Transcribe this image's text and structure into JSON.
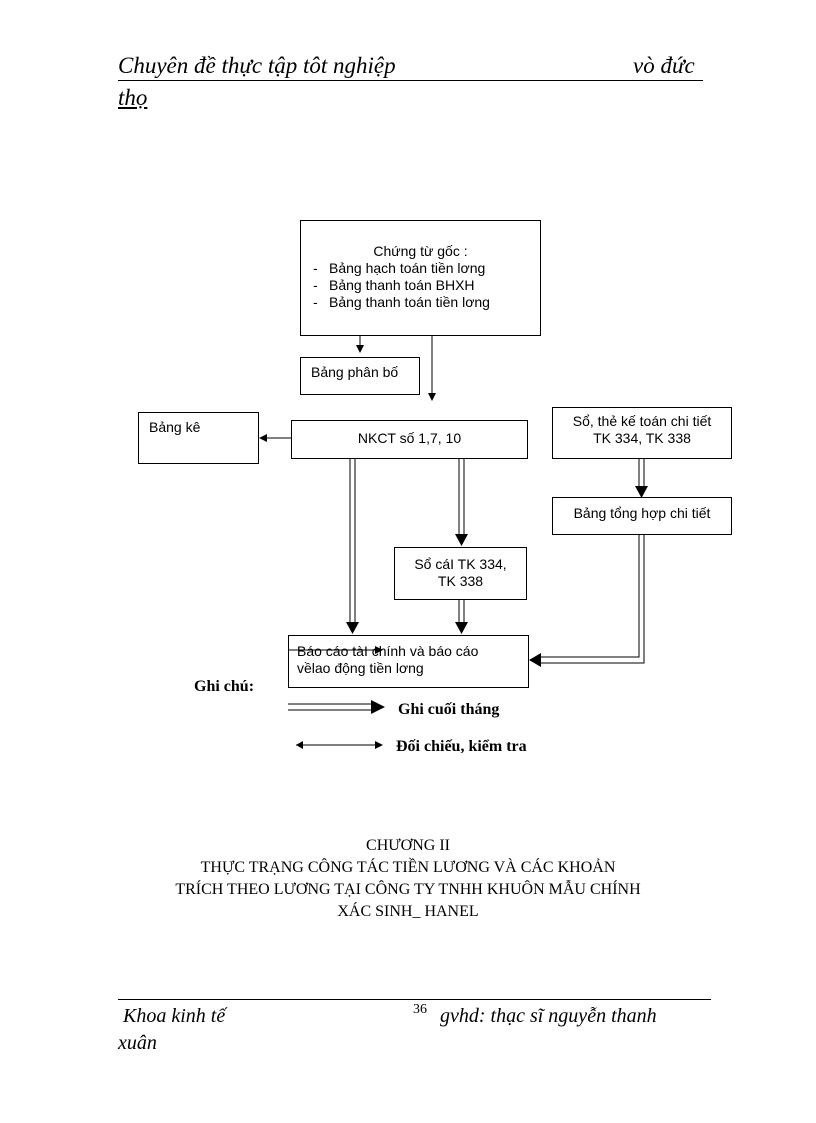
{
  "header": {
    "left": "Chuyên đề thực tập tôt nghiệp",
    "right": "vò đức",
    "second_line": "thọ"
  },
  "diagram": {
    "source_title": "Chứng từ gốc :",
    "source_items": [
      "Bảng hạch toán tiền lơng",
      "Bảng thanh toán BHXH",
      "Bảng thanh toán tiền lơng"
    ],
    "bang_phan_bo": "Bảng phân bố",
    "bang_ke": "Bảng kê",
    "nkct": "NKCT số 1,7, 10",
    "so_the_line1": "Sổ, thẻ kế toán chi tiết",
    "so_the_line2": "TK 334, TK 338",
    "bang_tong_hop": "Bảng tổng hợp chi tiết",
    "so_cai_line1": "Sổ cáI TK 334,",
    "so_cai_line2": "TK 338",
    "bao_cao_line1": "Báo cáo tàI chính và báo cáo",
    "bao_cao_line2": "vềlao động tiền lơng"
  },
  "legend": {
    "title": "Ghi chú:",
    "monthly": "Ghi cuối tháng",
    "check": "Đối chiếu, kiểm tra"
  },
  "chapter": {
    "line1": "CHƯƠNG II",
    "line2": "THỰC TRẠNG CÔNG TÁC TIỀN LƯƠNG VÀ CÁC KHOẢN",
    "line3": "TRÍCH THEO LƯƠNG TẠI CÔNG TY TNHH KHUÔN MẪU CHÍNH",
    "line4": "XÁC SINH_ HANEL"
  },
  "footer": {
    "left": "Khoa kinh tế",
    "page_number": "36",
    "right": "gvhd: thạc sĩ nguyễn thanh",
    "second_line": "xuân"
  }
}
